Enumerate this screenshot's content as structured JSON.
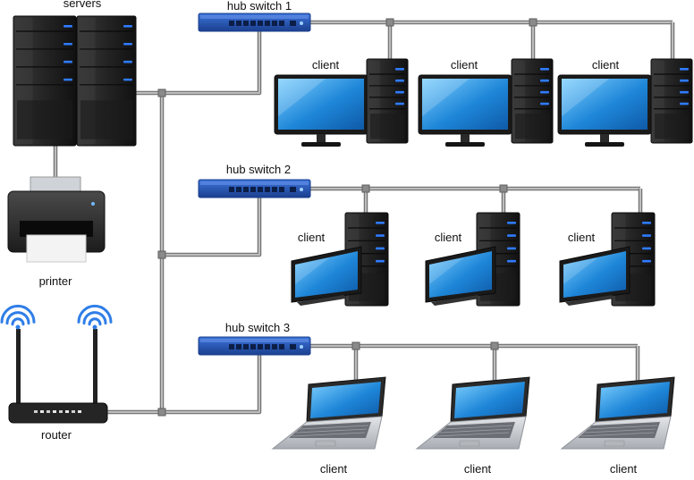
{
  "labels": {
    "servers": "servers",
    "printer": "printer",
    "router": "router",
    "hub1": "hub switch 1",
    "hub2": "hub switch 2",
    "hub3": "hub switch 3",
    "client": "client"
  },
  "devices": {
    "servers": {
      "icon": "server-rack-icon",
      "count": 2
    },
    "printer": {
      "icon": "printer-icon"
    },
    "router": {
      "icon": "wifi-router-icon"
    },
    "hubs": [
      {
        "label_key": "hub1",
        "icon": "network-switch-icon",
        "clients": [
          {
            "type": "desktop"
          },
          {
            "type": "desktop"
          },
          {
            "type": "desktop"
          }
        ]
      },
      {
        "label_key": "hub2",
        "icon": "network-switch-icon",
        "clients": [
          {
            "type": "desktop-angled"
          },
          {
            "type": "desktop-angled"
          },
          {
            "type": "desktop-angled"
          }
        ]
      },
      {
        "label_key": "hub3",
        "icon": "network-switch-icon",
        "clients": [
          {
            "type": "laptop"
          },
          {
            "type": "laptop"
          },
          {
            "type": "laptop"
          }
        ]
      }
    ]
  },
  "colors": {
    "cable": "#9a9a9a",
    "cable_edge": "#6e6e6e",
    "tower": "#2a2a2a",
    "tower_dark": "#141414",
    "led_blue": "#2f7bff",
    "screen": "#1e86d8",
    "screen_light": "#6cc0f5",
    "switch_blue": "#2a5cc4",
    "switch_dark": "#1b3f8e",
    "laptop_base": "#c9ccd1"
  }
}
